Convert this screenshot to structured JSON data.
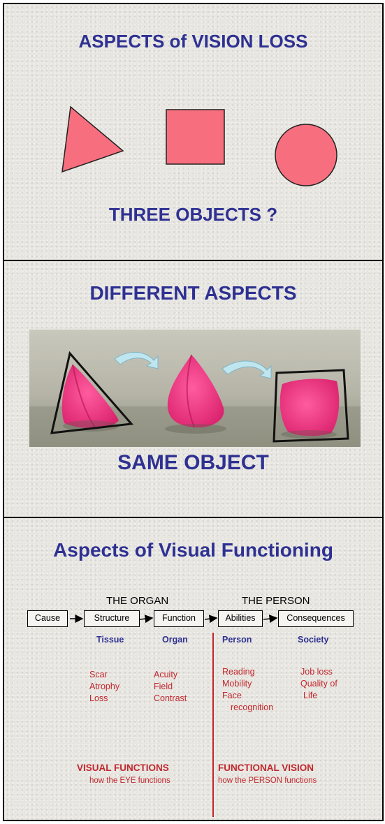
{
  "panel1": {
    "title": "ASPECTS of VISION LOSS",
    "footer": "THREE  OBJECTS ?",
    "shapes": [
      "triangle-icon",
      "square-icon",
      "circle-icon"
    ],
    "shape_fill": "#f76f7e"
  },
  "panel2": {
    "title": "DIFFERENT  ASPECTS",
    "footer": "SAME OBJECT",
    "photo_icons": [
      "pink-foam-cone-icon",
      "curved-arrow-icon"
    ]
  },
  "panel3": {
    "title": "Aspects of Visual Functioning",
    "headers": {
      "organ": "THE ORGAN",
      "person": "THE PERSON"
    },
    "boxes": [
      "Cause",
      "Structure",
      "Function",
      "Abilities",
      "Consequences"
    ],
    "categories": [
      "Tissue",
      "Organ",
      "Person",
      "Society"
    ],
    "tissue_items": [
      "Scar",
      "Atrophy",
      "Loss"
    ],
    "organ_items": [
      "Acuity",
      "Field",
      "Contrast"
    ],
    "person_items": [
      "Reading",
      "Mobility",
      "Face",
      "recognition"
    ],
    "society_items": [
      "Job loss",
      "Quality of",
      "Life"
    ],
    "visual_functions": {
      "label": "VISUAL FUNCTIONS",
      "sub": "how the EYE functions"
    },
    "functional_vision": {
      "label": "FUNCTIONAL VISION",
      "sub": "how the PERSON functions"
    }
  },
  "colors": {
    "title_blue": "#2e3192",
    "accent_red": "#c1272d",
    "shape_pink": "#f76f7e"
  }
}
